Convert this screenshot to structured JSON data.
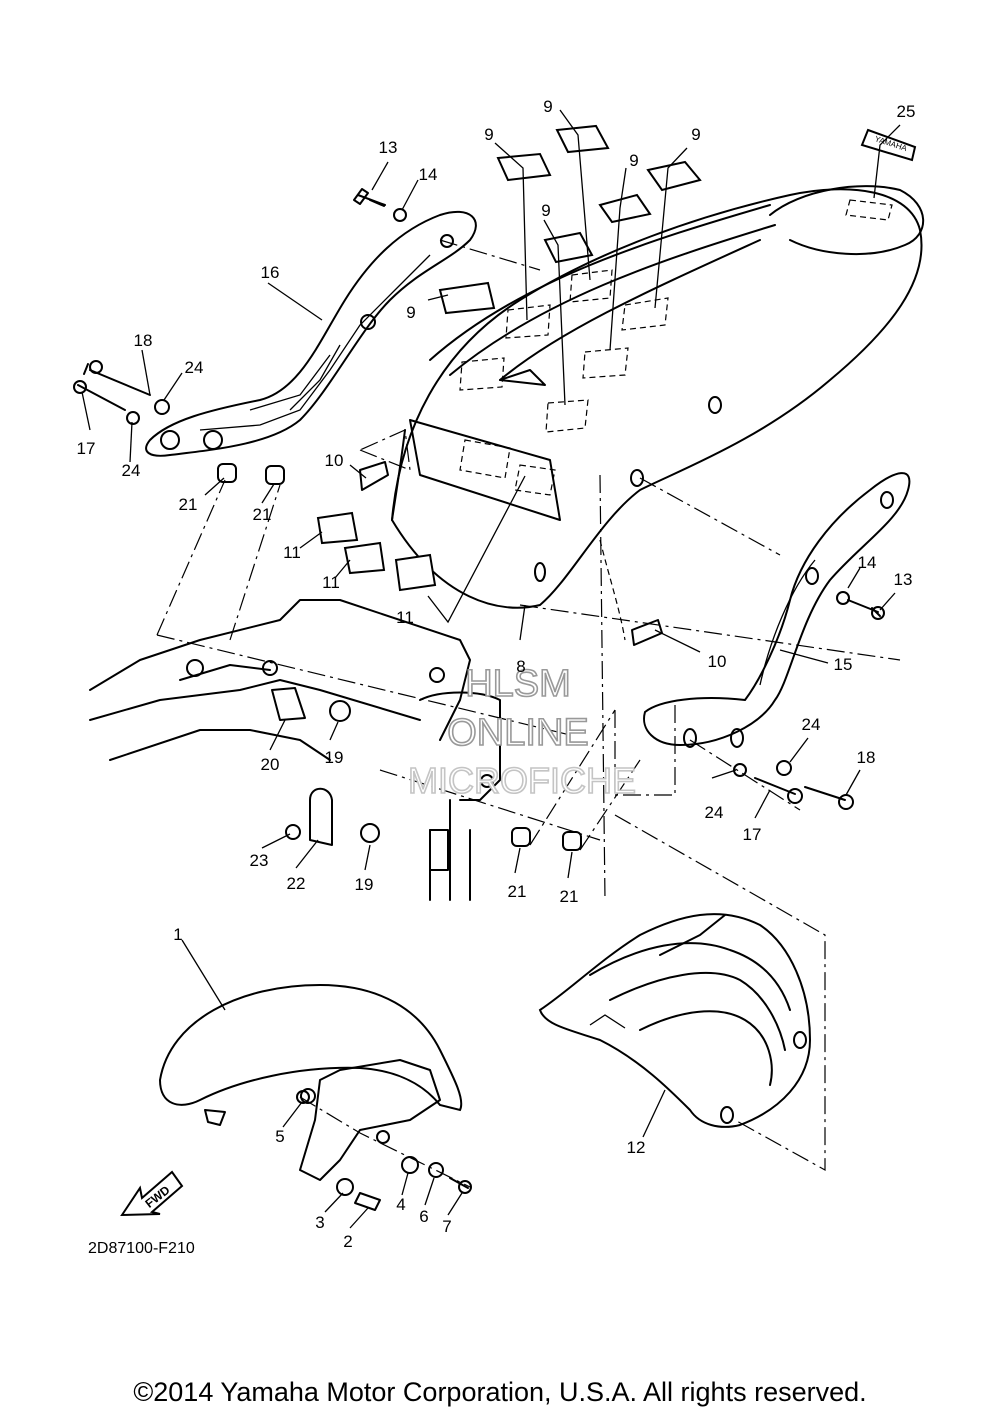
{
  "diagram": {
    "code": "2D87100-F210",
    "copyright": "©2014 Yamaha Motor Corporation, U.S.A. All rights reserved.",
    "watermark": [
      "HLSM",
      "ONLINE",
      "MICROFICHE"
    ],
    "fwd_label": "FWD",
    "decal_text": "YAMAHA"
  },
  "callouts": [
    {
      "id": "c1",
      "label": "1"
    },
    {
      "id": "c2",
      "label": "2"
    },
    {
      "id": "c3",
      "label": "3"
    },
    {
      "id": "c4",
      "label": "4"
    },
    {
      "id": "c5",
      "label": "5"
    },
    {
      "id": "c6",
      "label": "6"
    },
    {
      "id": "c7",
      "label": "7"
    },
    {
      "id": "c8",
      "label": "8"
    },
    {
      "id": "c9a",
      "label": "9"
    },
    {
      "id": "c9b",
      "label": "9"
    },
    {
      "id": "c9c",
      "label": "9"
    },
    {
      "id": "c9d",
      "label": "9"
    },
    {
      "id": "c9e",
      "label": "9"
    },
    {
      "id": "c9f",
      "label": "9"
    },
    {
      "id": "c10a",
      "label": "10"
    },
    {
      "id": "c10b",
      "label": "10"
    },
    {
      "id": "c11a",
      "label": "11"
    },
    {
      "id": "c11b",
      "label": "11"
    },
    {
      "id": "c11c",
      "label": "11"
    },
    {
      "id": "c12",
      "label": "12"
    },
    {
      "id": "c13a",
      "label": "13"
    },
    {
      "id": "c13b",
      "label": "13"
    },
    {
      "id": "c14a",
      "label": "14"
    },
    {
      "id": "c14b",
      "label": "14"
    },
    {
      "id": "c15",
      "label": "15"
    },
    {
      "id": "c16",
      "label": "16"
    },
    {
      "id": "c17a",
      "label": "17"
    },
    {
      "id": "c17b",
      "label": "17"
    },
    {
      "id": "c18a",
      "label": "18"
    },
    {
      "id": "c18b",
      "label": "18"
    },
    {
      "id": "c19a",
      "label": "19"
    },
    {
      "id": "c19b",
      "label": "19"
    },
    {
      "id": "c20",
      "label": "20"
    },
    {
      "id": "c21a",
      "label": "21"
    },
    {
      "id": "c21b",
      "label": "21"
    },
    {
      "id": "c21c",
      "label": "21"
    },
    {
      "id": "c21d",
      "label": "21"
    },
    {
      "id": "c22",
      "label": "22"
    },
    {
      "id": "c23",
      "label": "23"
    },
    {
      "id": "c24a",
      "label": "24"
    },
    {
      "id": "c24b",
      "label": "24"
    },
    {
      "id": "c24c",
      "label": "24"
    },
    {
      "id": "c24d",
      "label": "24"
    },
    {
      "id": "c25",
      "label": "25"
    }
  ]
}
